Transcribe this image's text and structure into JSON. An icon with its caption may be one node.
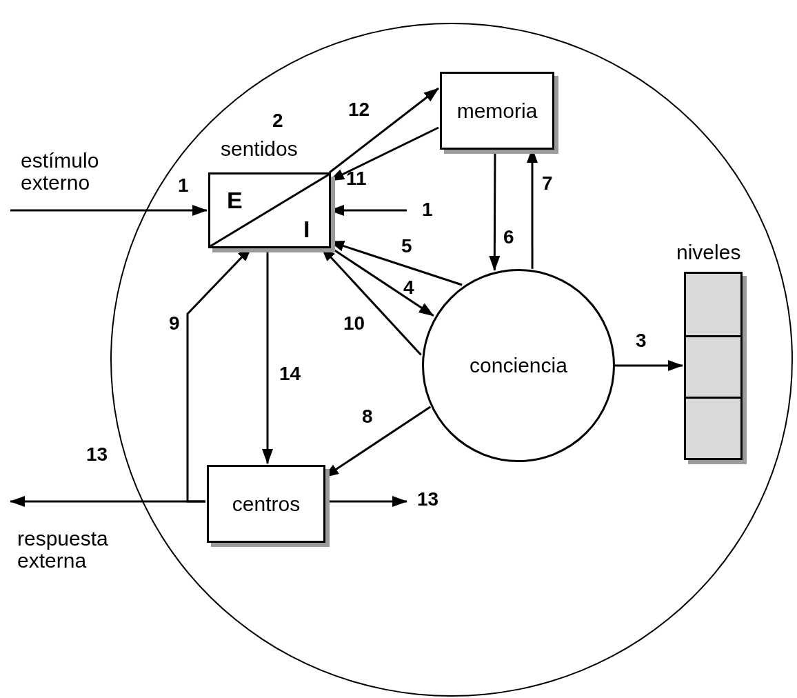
{
  "diagram": {
    "nodes": [
      {
        "text": [],
        "shape": "circle"
      },
      {
        "text": [
          "sentidos",
          "E",
          "I"
        ],
        "beside": [
          "2"
        ],
        "in": 0
      },
      {
        "text": [
          "memoria"
        ],
        "in": 0
      },
      {
        "text": [
          "conciencia"
        ],
        "in": 0
      },
      {
        "text": [
          "niveles"
        ],
        "in": 0
      },
      {
        "text": [
          "centros"
        ],
        "in": 0
      }
    ],
    "edges": [
      {
        "from": null,
        "to": 1,
        "arrow": "to",
        "label": "1"
      },
      {
        "from": null,
        "to": 1,
        "arrow": "to",
        "label": "1"
      },
      {
        "from": 3,
        "to": 4,
        "arrow": "to",
        "label": "3"
      },
      {
        "from": 1,
        "to": 3,
        "arrow": "to",
        "label": "4"
      },
      {
        "from": 3,
        "to": 1,
        "arrow": "to",
        "label": "5"
      },
      {
        "from": 2,
        "to": 3,
        "arrow": "to",
        "label": "6"
      },
      {
        "from": 3,
        "to": 2,
        "arrow": "to",
        "label": "7"
      },
      {
        "from": 3,
        "to": 5,
        "arrow": "to",
        "label": "8"
      },
      {
        "from": 5,
        "to": 1,
        "arrow": "to",
        "label": "9"
      },
      {
        "from": 3,
        "to": 1,
        "arrow": "to",
        "label": "10"
      },
      {
        "from": 2,
        "to": 1,
        "arrow": "to",
        "label": "11"
      },
      {
        "from": 1,
        "to": 2,
        "arrow": "to",
        "label": "12"
      },
      {
        "from": 5,
        "to": null,
        "arrow": "to",
        "label": "13"
      },
      {
        "from": 5,
        "to": null,
        "arrow": "to",
        "label": "13"
      },
      {
        "from": 1,
        "to": 5,
        "arrow": "to",
        "label": "14"
      }
    ],
    "labels": [
      "estímulo externo",
      "respuesta externa"
    ]
  }
}
